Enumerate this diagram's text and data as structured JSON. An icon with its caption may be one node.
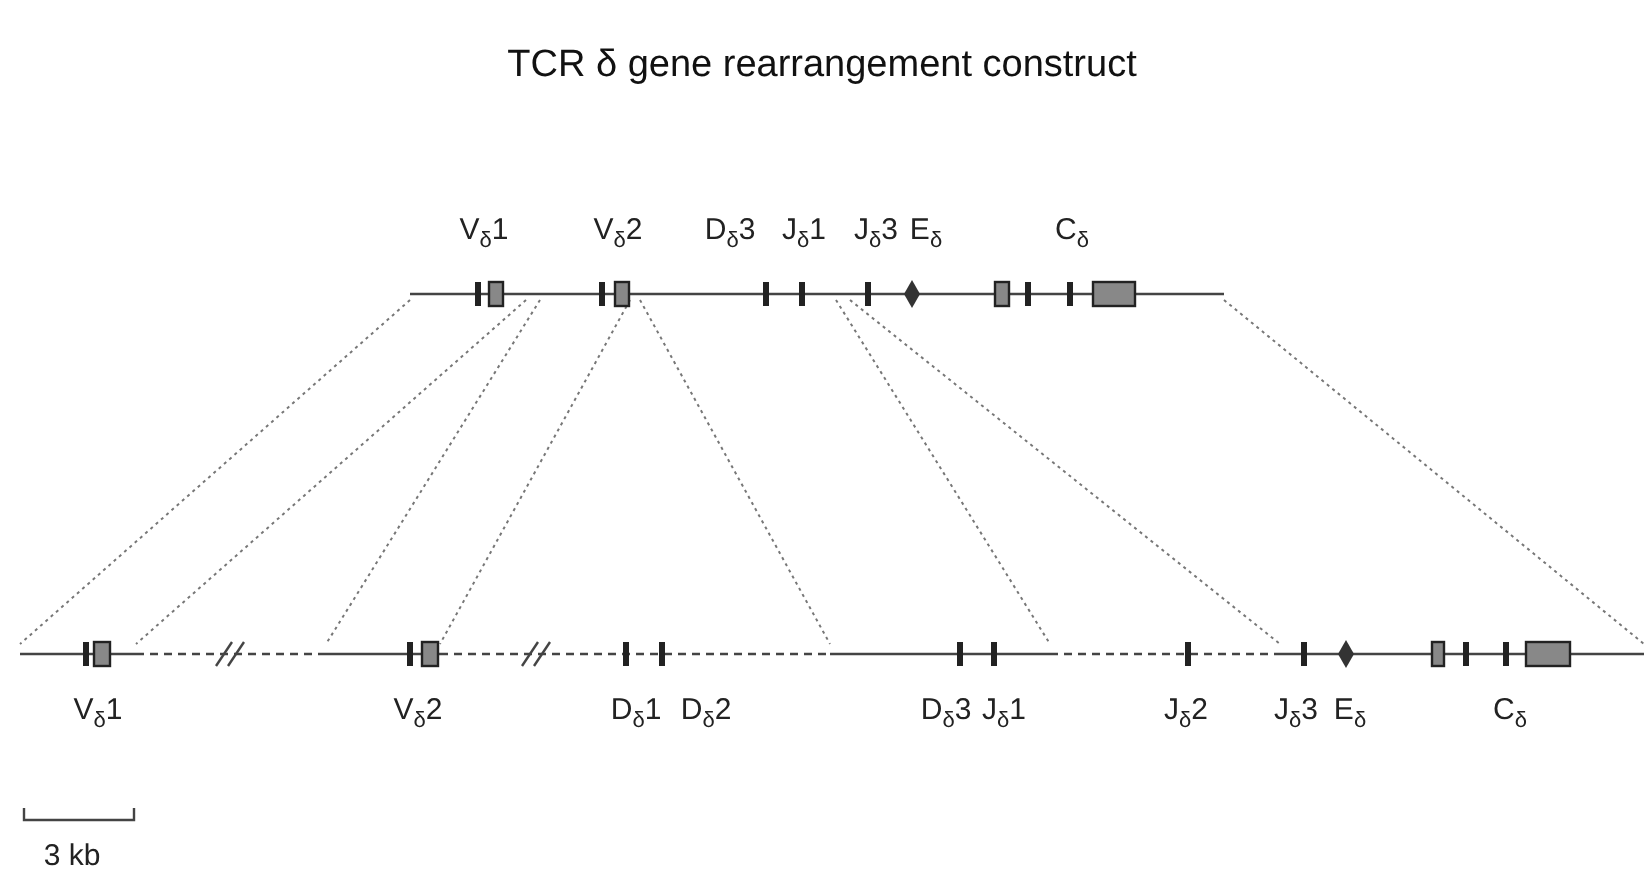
{
  "diagram": {
    "title": "TCR δ gene rearrangement construct",
    "labels": [
      "V$_{δ}$1",
      "V$_{δ}$2",
      "D$_{δ}$3",
      "J$_{δ}$1",
      "J$_{δ}$3",
      "E$_{δ}$",
      "C$_{δ}$",
      "V$_{δ}$1",
      "V$_{δ}$2",
      "D$_{δ}$1",
      "D$_{δ}$2",
      "D$_{δ}$3",
      "J$_{δ}$1",
      "J$_{δ}$2",
      "J$_{δ}$3",
      "E$_{δ}$",
      "C$_{δ}$",
      "3 kb"
    ]
  }
}
